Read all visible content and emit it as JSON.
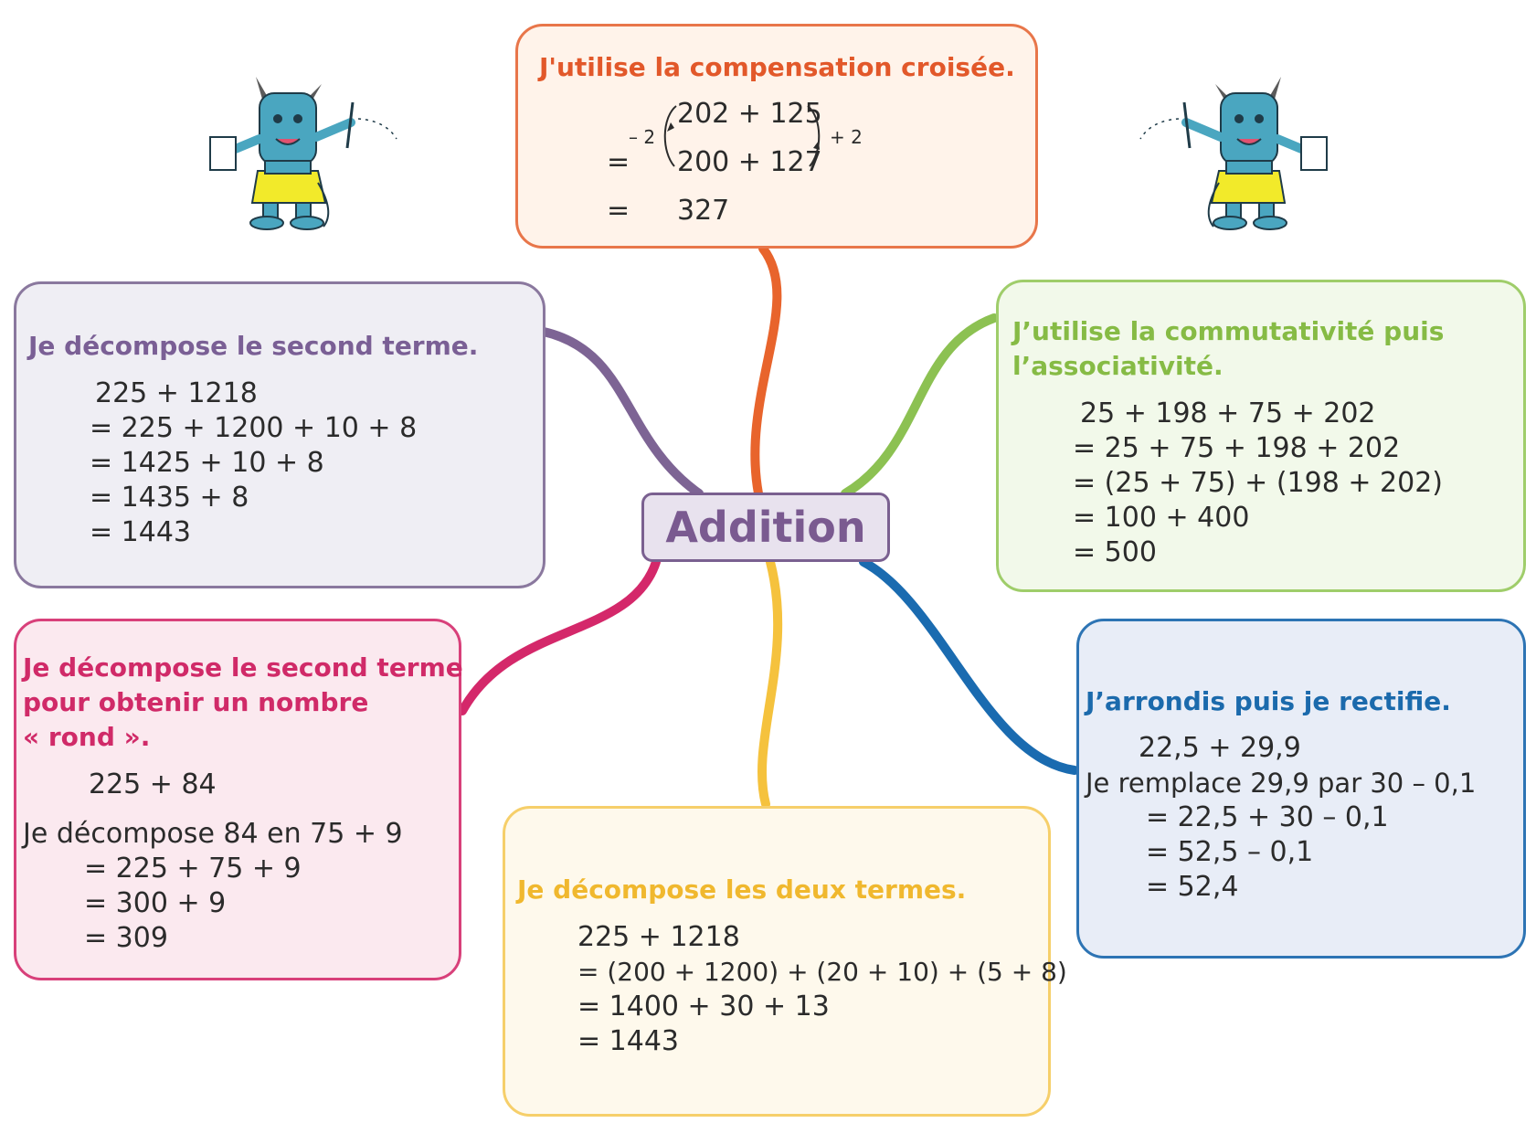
{
  "center": {
    "label": "Addition"
  },
  "colors": {
    "orange": "#e8642c",
    "purple": "#7d6494",
    "green": "#8cc152",
    "pink": "#d4286a",
    "yellow": "#f5c23d",
    "blue": "#1a6bb0",
    "mascot_blue": "#4aa6c0",
    "mascot_skirt": "#f2ea2a"
  },
  "cards": {
    "compensation": {
      "title": "J'utilise la compensation croisée.",
      "top_expr": "202 + 125",
      "bottom_expr": "200 + 127",
      "minus_label": "– 2",
      "plus_label": "+ 2",
      "eq1": "=",
      "eq2": "=",
      "result": "327"
    },
    "second_term": {
      "title": "Je décompose le second terme.",
      "lines": [
        "225 + 1218",
        "= 225 + 1200 + 10 + 8",
        "= 1425 + 10 + 8",
        "= 1435 + 8",
        "= 1443"
      ]
    },
    "commutativity": {
      "title_line1": "J’utilise la commutativité puis",
      "title_line2": "l’associativité.",
      "lines": [
        "25 + 198 + 75 + 202",
        "= 25 + 75 + 198 + 202",
        "= (25 + 75) + (198 + 202)",
        "= 100 + 400",
        "= 500"
      ]
    },
    "round": {
      "title_line1": "Je décompose le second terme",
      "title_line2": "pour obtenir un nombre",
      "title_line3": "« rond ».",
      "expr": "225 + 84",
      "intro": "Je décompose 84 en 75 + 9",
      "lines": [
        "= 225 + 75 + 9",
        "= 300 + 9",
        "= 309"
      ]
    },
    "both_terms": {
      "title": "Je décompose les deux termes.",
      "lines": [
        "225 + 1218",
        "=  (200 + 1200) + (20 + 10) + (5 + 8)",
        "= 1400 + 30 + 13",
        "= 1443"
      ]
    },
    "rounding": {
      "title": "J’arrondis puis je rectifie.",
      "expr": "22,5 + 29,9",
      "intro": "Je remplace 29,9 par 30 – 0,1",
      "lines": [
        "= 22,5 + 30 – 0,1",
        "= 52,5 – 0,1",
        "= 52,4"
      ]
    }
  },
  "mascots": {
    "icon": "monster-mascot-icon"
  }
}
